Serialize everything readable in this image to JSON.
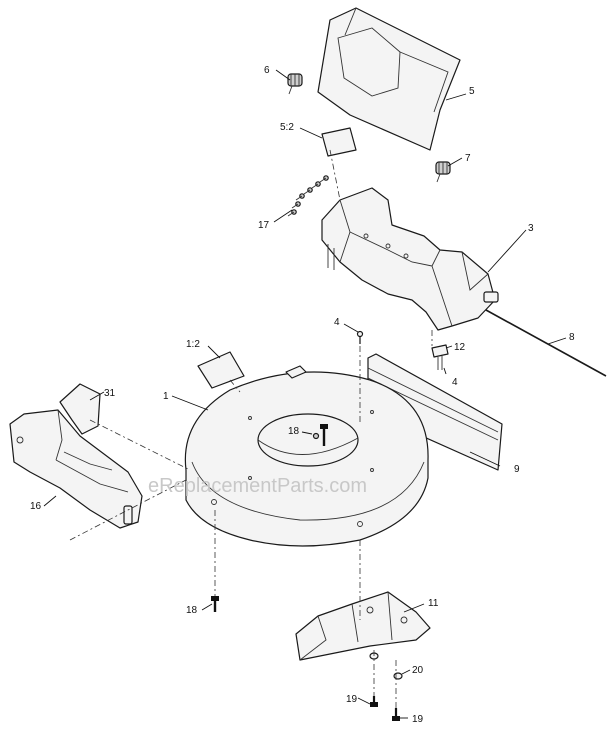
{
  "watermark": "eReplacementParts.com",
  "callouts": {
    "c1": "1",
    "c1_2": "1:2",
    "c3": "3",
    "c4a": "4",
    "c4b": "4",
    "c5": "5",
    "c5_2": "5:2",
    "c6": "6",
    "c7": "7",
    "c8": "8",
    "c9": "9",
    "c11": "11",
    "c12": "12",
    "c16": "16",
    "c17": "17",
    "c18a": "18",
    "c18b": "18",
    "c19a": "19",
    "c19b": "19",
    "c20": "20",
    "c31": "31"
  }
}
